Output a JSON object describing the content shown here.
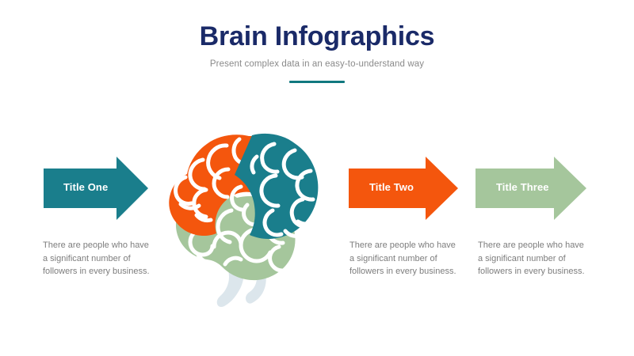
{
  "header": {
    "title": "Brain Infographics",
    "subtitle": "Present complex data in an easy-to-understand way",
    "divider_color": "#10787f",
    "title_color": "#1a2a68",
    "subtitle_color": "#8a8a8a"
  },
  "steps": [
    {
      "label": "Title One",
      "color": "#1a7e8c",
      "description": "There are people who have a significant number of followers in every business."
    },
    {
      "label": "Title Two",
      "color": "#f4560d",
      "description": "There are people who have a significant number of followers in every business."
    },
    {
      "label": "Title Three",
      "color": "#a5c69c",
      "description": "There are people who have a significant number of followers in every business."
    }
  ],
  "illustration": {
    "name": "brain-illustration",
    "regions": [
      {
        "name": "frontal-lobe",
        "color": "#f4560d"
      },
      {
        "name": "parietal-occipital-lobe",
        "color": "#1a7e8c"
      },
      {
        "name": "temporal-lobe",
        "color": "#a5c69c"
      },
      {
        "name": "brainstem-cerebellum",
        "color": "#dce6ec"
      }
    ]
  },
  "background_color": "#ffffff"
}
